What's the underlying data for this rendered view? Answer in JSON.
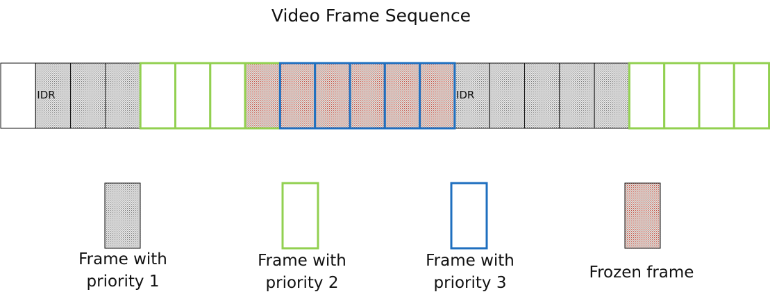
{
  "title": "Video Frame Sequence",
  "colors": {
    "priority1_fill_dot": "#7d7d7d",
    "priority2_border": "#92d050",
    "priority3_border": "#1f6fbf",
    "frozen_fill_dot": "#c0504d",
    "dark_border": "#111111"
  },
  "frames": [
    {
      "priority": 0,
      "frozen": false,
      "label": ""
    },
    {
      "priority": 1,
      "frozen": false,
      "label": "IDR"
    },
    {
      "priority": 1,
      "frozen": false,
      "label": ""
    },
    {
      "priority": 1,
      "frozen": false,
      "label": ""
    },
    {
      "priority": 2,
      "frozen": false,
      "label": ""
    },
    {
      "priority": 2,
      "frozen": false,
      "label": ""
    },
    {
      "priority": 2,
      "frozen": false,
      "label": ""
    },
    {
      "priority": 2,
      "frozen": true,
      "label": ""
    },
    {
      "priority": 3,
      "frozen": true,
      "label": ""
    },
    {
      "priority": 3,
      "frozen": true,
      "label": ""
    },
    {
      "priority": 3,
      "frozen": true,
      "label": ""
    },
    {
      "priority": 3,
      "frozen": true,
      "label": ""
    },
    {
      "priority": 3,
      "frozen": true,
      "label": ""
    },
    {
      "priority": 1,
      "frozen": false,
      "label": "IDR"
    },
    {
      "priority": 1,
      "frozen": false,
      "label": ""
    },
    {
      "priority": 1,
      "frozen": false,
      "label": ""
    },
    {
      "priority": 1,
      "frozen": false,
      "label": ""
    },
    {
      "priority": 1,
      "frozen": false,
      "label": ""
    },
    {
      "priority": 2,
      "frozen": false,
      "label": ""
    },
    {
      "priority": 2,
      "frozen": false,
      "label": ""
    },
    {
      "priority": 2,
      "frozen": false,
      "label": ""
    },
    {
      "priority": 2,
      "frozen": false,
      "label": ""
    }
  ],
  "legend": [
    {
      "key": "priority1",
      "label": "Frame with\npriority 1"
    },
    {
      "key": "priority2",
      "label": "Frame with\npriority 2"
    },
    {
      "key": "priority3",
      "label": "Frame with\npriority 3"
    },
    {
      "key": "frozen",
      "label": "Frozen frame"
    }
  ]
}
